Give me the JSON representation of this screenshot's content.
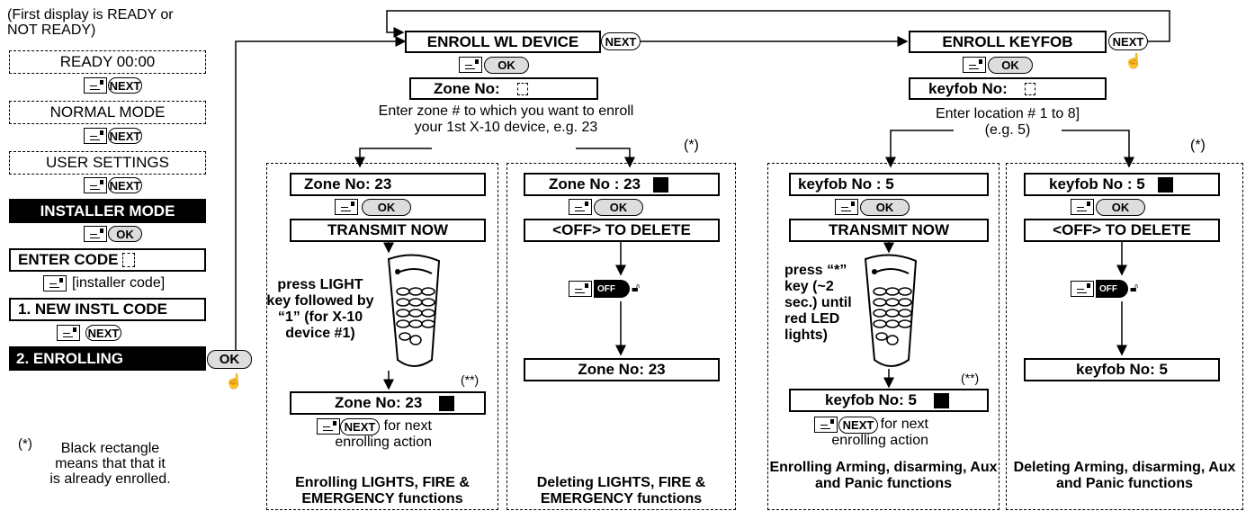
{
  "sidebar": {
    "intro": "(First display is READY or NOT READY)",
    "ready": "READY 00:00",
    "normal": "NORMAL MODE",
    "user": "USER SETTINGS",
    "installer": "INSTALLER MODE",
    "enter_code": "ENTER CODE",
    "installer_code": "[installer code]",
    "new_code": "1. NEW INSTL CODE",
    "enrolling": "2. ENROLLING",
    "next": "NEXT",
    "ok": "OK"
  },
  "footnote": {
    "mark": "(*)",
    "text": "Black rectangle means that that it is already enrolled."
  },
  "top": {
    "wl_device": "ENROLL WL DEVICE",
    "keyfob": "ENROLL KEYFOB",
    "next": "NEXT",
    "ok": "OK",
    "zone_no": "Zone No:",
    "keyfob_no": "keyfob No:",
    "zone_hint": "Enter zone # to which you want to enroll your 1st X-10 device, e.g. 23",
    "keyfob_hint_1": "Enter location # 1 to 8]",
    "keyfob_hint_2": "(e.g. 5)",
    "star": "(*)"
  },
  "panel1": {
    "zone": "Zone No:  23",
    "ok": "OK",
    "transmit": "TRANSMIT NOW",
    "instruction": "press LIGHT key followed by “1” (for X-10 device #1)",
    "double_star": "(**)",
    "result": "Zone No: 23",
    "next": "NEXT",
    "next_text": "for next enrolling action",
    "caption": "Enrolling LIGHTS, FIRE & EMERGENCY functions"
  },
  "panel2": {
    "zone": "Zone No :  23",
    "ok": "OK",
    "delete": "<OFF> TO DELETE",
    "off": "OFF",
    "result": "Zone No: 23",
    "caption": "Deleting LIGHTS, FIRE & EMERGENCY functions"
  },
  "panel3": {
    "keyfob": "keyfob No :  5",
    "ok": "OK",
    "transmit": "TRANSMIT NOW",
    "instruction": "press “*” key (~2 sec.) until red LED lights)",
    "double_star": "(**)",
    "result": "keyfob No: 5",
    "next": "NEXT",
    "next_text": "for next enrolling action",
    "caption": "Enrolling Arming, disarming, Aux and Panic functions"
  },
  "panel4": {
    "keyfob": "keyfob No :  5",
    "ok": "OK",
    "delete": "<OFF> TO DELETE",
    "off": "OFF",
    "result": "keyfob No: 5",
    "caption": "Deleting Arming, disarming, Aux and Panic functions"
  }
}
